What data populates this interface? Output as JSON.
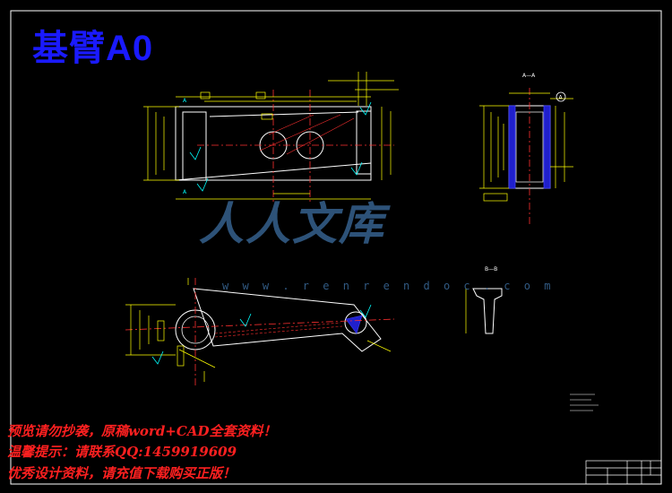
{
  "drawing": {
    "title": "基臂A0",
    "section_labels": {
      "aa": "A—A",
      "bb": "B—B"
    },
    "datum_label": "A"
  },
  "watermark": {
    "brand": "人人文库",
    "url": "w w w . r e n r e n d o c . c o m"
  },
  "notices": [
    "预览请勿抄袭，原稿word+CAD全套资料！",
    "温馨提示：请联系QQ:1459919609",
    "优秀设计资料，请充值下载购买正版！"
  ],
  "colors": {
    "background": "#000000",
    "outline": "#ffffff",
    "dimension": "#ffff00",
    "centerline": "#ff3030",
    "hatch": "#4040ff",
    "leader": "#00ffff",
    "title": "#1a1aff",
    "watermark": "#3a6a9a",
    "notice": "#ff2020"
  }
}
